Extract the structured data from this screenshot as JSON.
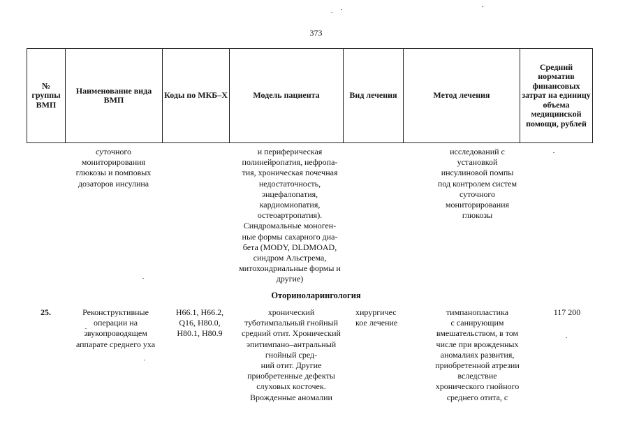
{
  "page_number": "373",
  "header": {
    "group_no": "№ группы ВМП",
    "vmp_name": "Наименование вида ВМП",
    "icd_codes": "Коды по МКБ–Х",
    "patient_model": "Модель пациента",
    "treatment_type": "Вид лечения",
    "treatment_method": "Метод лечения",
    "avg_cost": "Средний норматив финансовых затрат на единицу объема медицинской помощи, рублей"
  },
  "continuation": {
    "vmp_name_lines": [
      "суточного",
      "мониторирования",
      "глюкозы и помповых",
      "дозаторов инсулина"
    ],
    "patient_model_lines": [
      "и периферическая",
      "полинейропатия, нефропа-",
      "тия, хроническая почечная",
      "недостаточность,",
      "энцефалопатия,",
      "кардиомиопатия,",
      "остеоартропатия).",
      "Синдромальные моноген-",
      "ные формы сахарного диа-",
      "бета (MODY, DLDMOAD,",
      "синдром Альстрема,",
      "митохондриальные формы и",
      "другие)"
    ],
    "method_lines": [
      "исследований с",
      "установкой",
      "инсулиновой помпы",
      "под контролем систем",
      "суточного",
      "мониторирования",
      "глюкозы"
    ]
  },
  "section_title": "Оториноларингология",
  "row": {
    "group_no": "25.",
    "vmp_name_lines": [
      "Реконструктивные",
      "операции на",
      "звукопроводящем",
      "аппарате среднего уха"
    ],
    "icd_lines": [
      "H66.1, H66.2,",
      "Q16, H80.0,",
      "H80.1, H80.9"
    ],
    "patient_model_lines": [
      "хронический",
      "туботимпальный гнойный",
      "средний отит. Хронический",
      "эпитимпано–антральный",
      "гнойный сред-",
      "ний отит. Другие",
      "приобретенные дефекты",
      "слуховых косточек.",
      "Врожденные аномалии"
    ],
    "treatment_type_lines": [
      "хирургичес",
      "кое лечение"
    ],
    "method_lines": [
      "тимпанопластика",
      "с санирующим",
      "вмешательством, в том",
      "числе при врожденных",
      "аномалиях развития,",
      "приобретенной атрезии",
      "вследствие",
      "хронического гнойного",
      "среднего отита, с"
    ],
    "cost": "117 200"
  }
}
